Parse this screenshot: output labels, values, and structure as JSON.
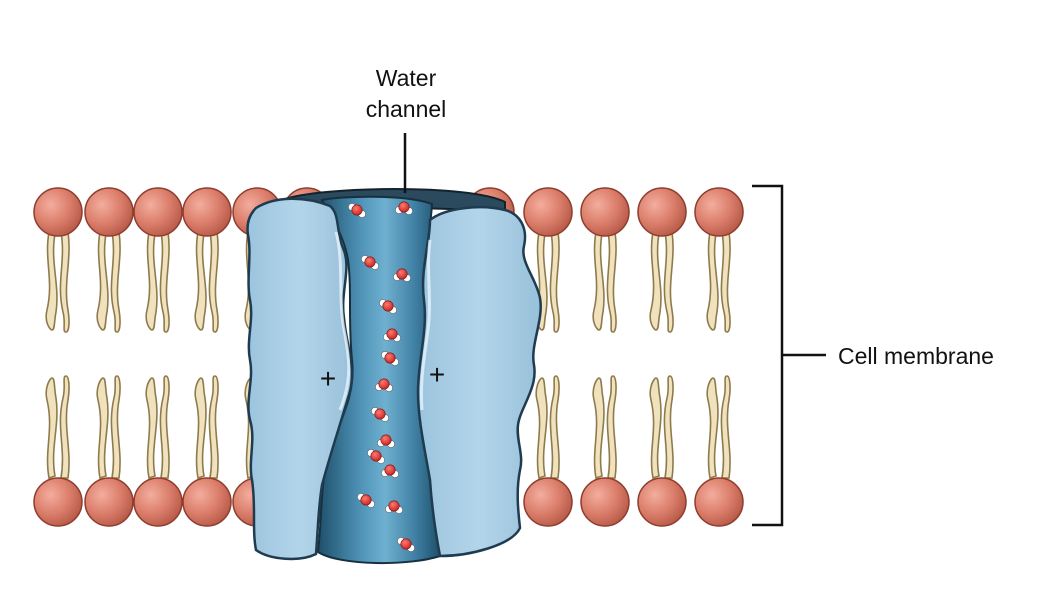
{
  "labels": {
    "water_channel_line1": "Water",
    "water_channel_line2": "channel",
    "cell_membrane": "Cell membrane",
    "charge_left": "+",
    "charge_right": "+"
  },
  "colors": {
    "phospholipid_head": "#dc7f6c",
    "phospholipid_head_stroke": "#8e3d2e",
    "phospholipid_tail": "#efe2bd",
    "phospholipid_tail_stroke": "#8f7a4c",
    "channel_protein": "#a7cde6",
    "channel_protein_stroke": "#1f3b4f",
    "channel_pore": "#4d8fb1",
    "water_oxygen": "#d8312d",
    "water_hydrogen": "#ffffff"
  }
}
